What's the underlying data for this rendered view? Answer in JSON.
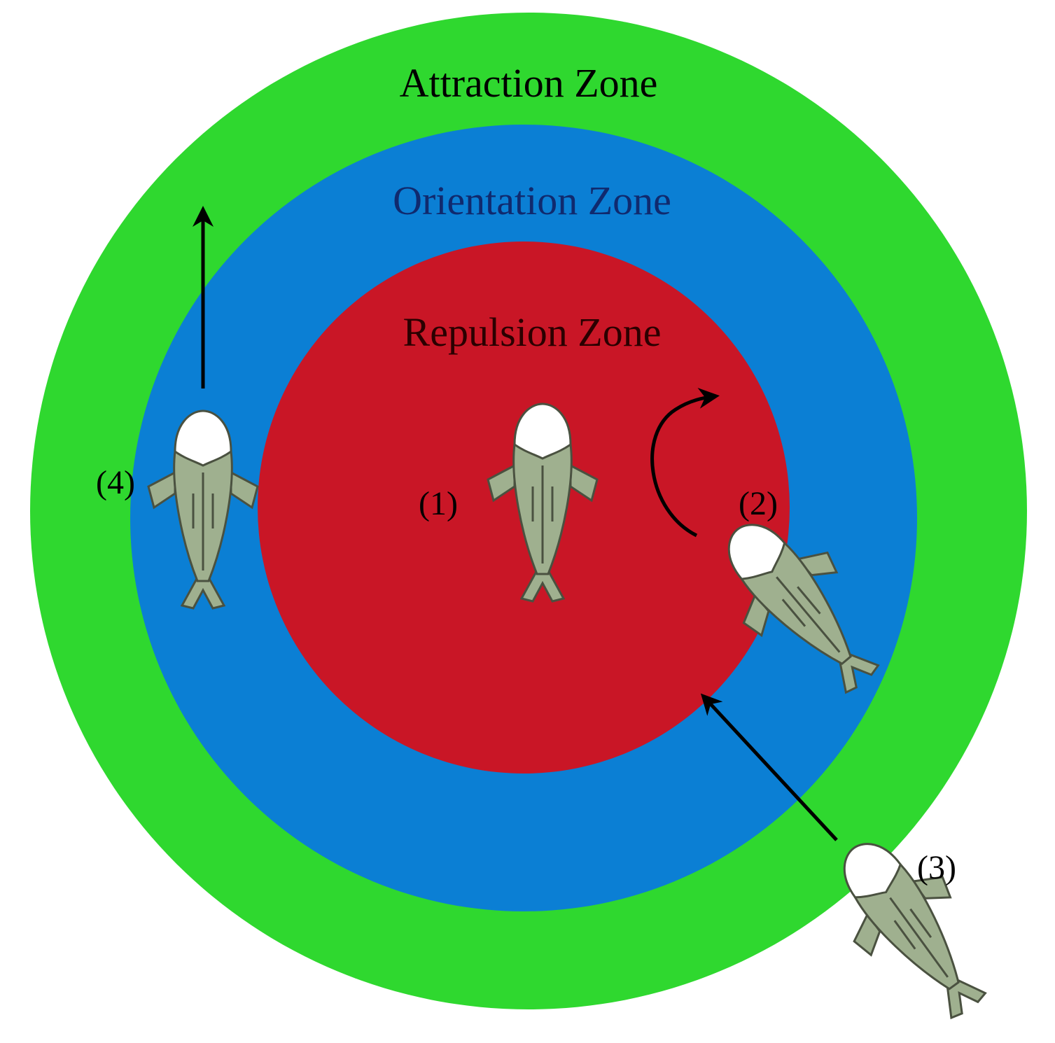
{
  "zones": {
    "attraction": {
      "label": "Attraction Zone",
      "color": "#2fd82f"
    },
    "orientation": {
      "label": "Orientation Zone",
      "color": "#0b7fd4"
    },
    "repulsion": {
      "label": "Repulsion Zone",
      "color": "#c91626"
    }
  },
  "label_colors": {
    "attraction": "#000000",
    "orientation": "#102a6e",
    "repulsion": "#2b0000"
  },
  "fish": [
    {
      "id": "1",
      "label": "(1)"
    },
    {
      "id": "2",
      "label": "(2)"
    },
    {
      "id": "3",
      "label": "(3)"
    },
    {
      "id": "4",
      "label": "(4)"
    }
  ],
  "fish_colors": {
    "body": "#9fb08f",
    "head": "#ffffff",
    "outline": "#4a5140"
  },
  "arrow_color": "#000000"
}
